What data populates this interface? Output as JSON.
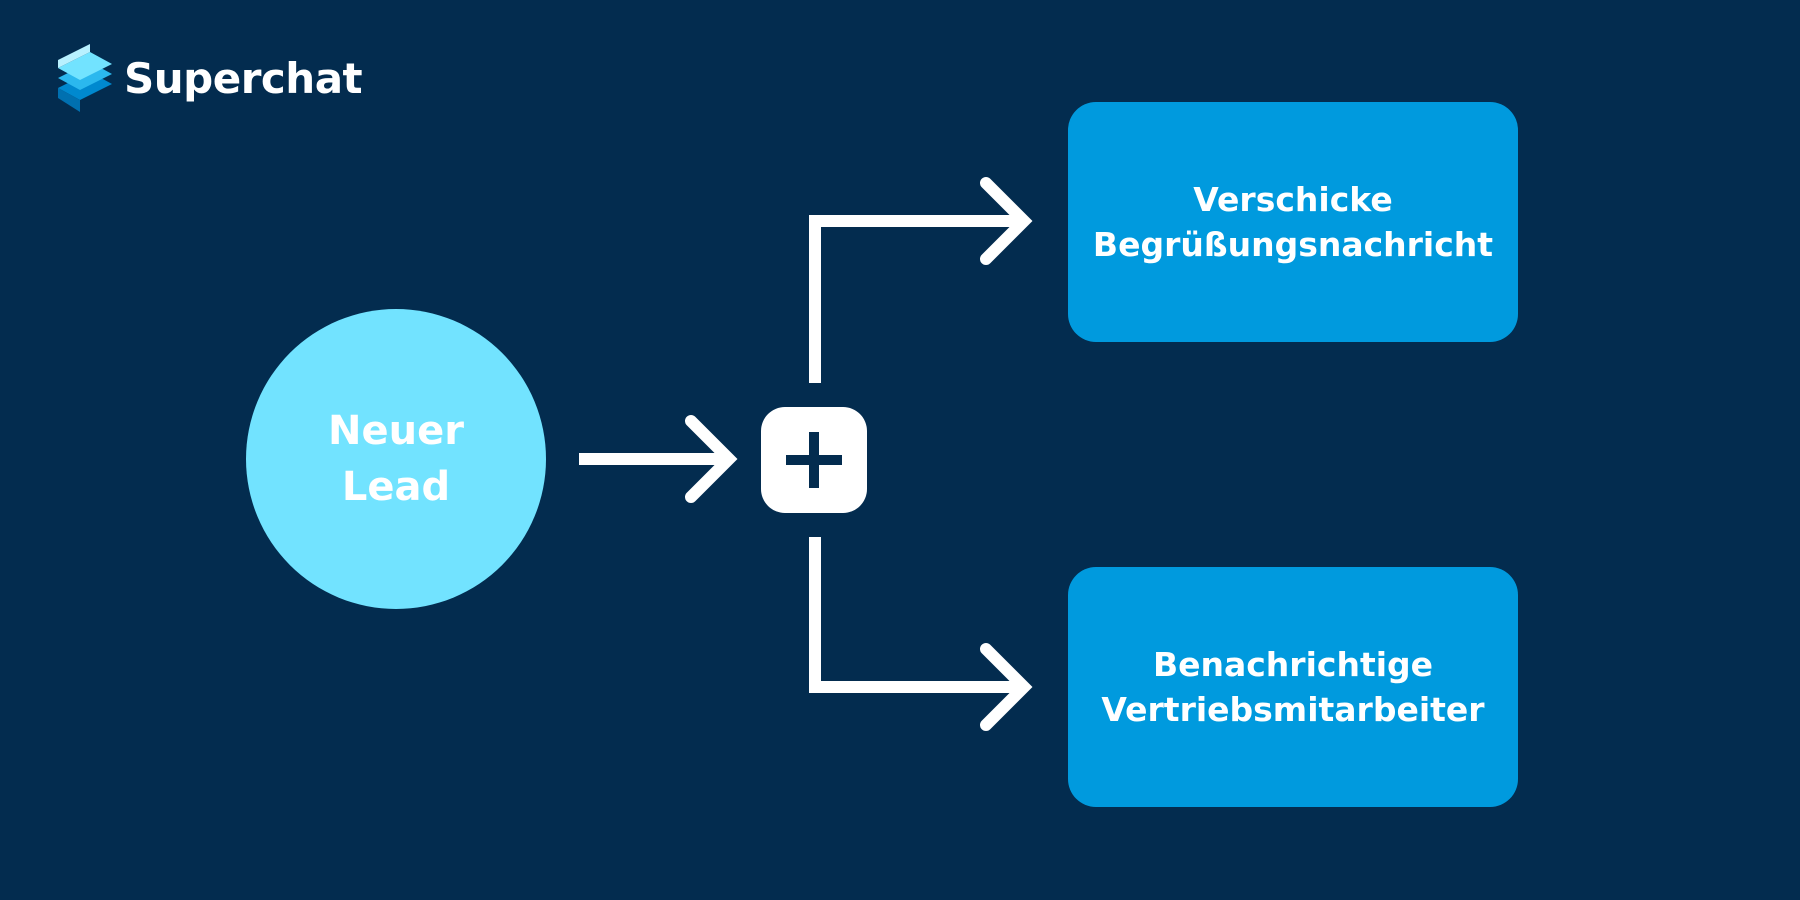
{
  "logo": {
    "name": "Superchat",
    "icon": "stacked-layers-icon"
  },
  "diagram": {
    "trigger": {
      "line1": "Neuer",
      "line2": "Lead"
    },
    "junction": {
      "icon": "plus-icon"
    },
    "actions": [
      {
        "line1": "Verschicke",
        "line2": "Begrüßungsnachricht"
      },
      {
        "line1": "Benachrichtige",
        "line2": "Vertriebsmitarbeiter"
      }
    ]
  },
  "colors": {
    "background": "#032c4f",
    "trigger_fill": "#72e3ff",
    "action_fill": "#009ade",
    "connector": "#ffffff",
    "logo_light": "#72e3ff",
    "logo_mid": "#2bb8ee",
    "logo_dark": "#0089cf"
  }
}
